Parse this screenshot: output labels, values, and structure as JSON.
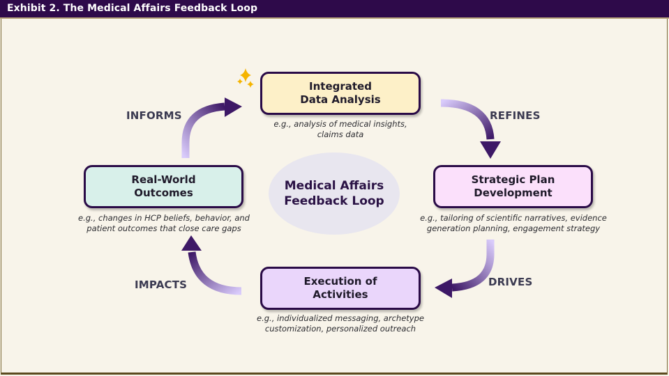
{
  "header": {
    "title": "Exhibit 2. The Medical Affairs Feedback Loop"
  },
  "center": {
    "line1": "Medical Affairs",
    "line2": "Feedback Loop"
  },
  "nodes": {
    "integrated": {
      "line1": "Integrated",
      "line2": "Data Analysis",
      "desc1": "e.g., analysis of medical insights,",
      "desc2": "claims data",
      "fill": "#fdf0c8"
    },
    "strategic": {
      "line1": "Strategic Plan",
      "line2": "Development",
      "desc1": "e.g., tailoring of scientific narratives, evidence",
      "desc2": "generation planning, engagement strategy",
      "fill": "#fbe0fb"
    },
    "execution": {
      "line1": "Execution of",
      "line2": "Activities",
      "desc1": "e.g., individualized messaging, archetype",
      "desc2": "customization, personalized outreach",
      "fill": "#ead6fb"
    },
    "realworld": {
      "line1": "Real-World",
      "line2": "Outcomes",
      "desc1": "e.g., changes in HCP beliefs, behavior, and",
      "desc2": "patient outcomes that close care gaps",
      "fill": "#d8f0ea"
    }
  },
  "verbs": {
    "informs": "INFORMS",
    "refines": "REFINES",
    "drives": "DRIVES",
    "impacts": "IMPACTS"
  },
  "icons": {
    "sparkle": "sparkle-icon"
  },
  "colors": {
    "header": "#2e0a4a",
    "arrow_dark": "#3d1866",
    "arrow_light": "#d6c8fa",
    "sparkle": "#f5b400",
    "box_border": "#2a0b47"
  }
}
